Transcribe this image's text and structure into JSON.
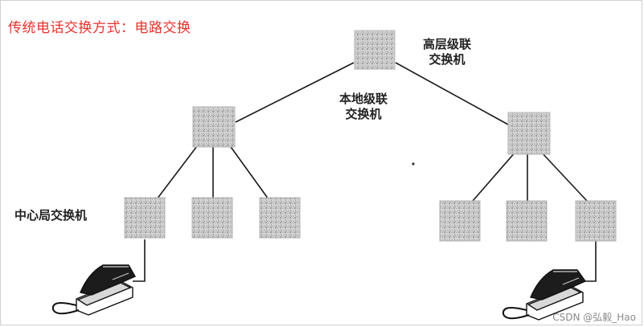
{
  "title": "传统电话交换方式：电路交换",
  "labels": {
    "top_switch": [
      "高层级联",
      "交换机"
    ],
    "local_switch": [
      "本地级联",
      "交换机"
    ],
    "central_office": "中心局交换机"
  },
  "watermark": "CSDN @弘毅_Hao",
  "colors": {
    "title": "#e8322c",
    "line": "#1a1a1a",
    "switch_fill": "#c9c9c9"
  },
  "icons": [
    "switch-icon",
    "telephone-icon"
  ]
}
